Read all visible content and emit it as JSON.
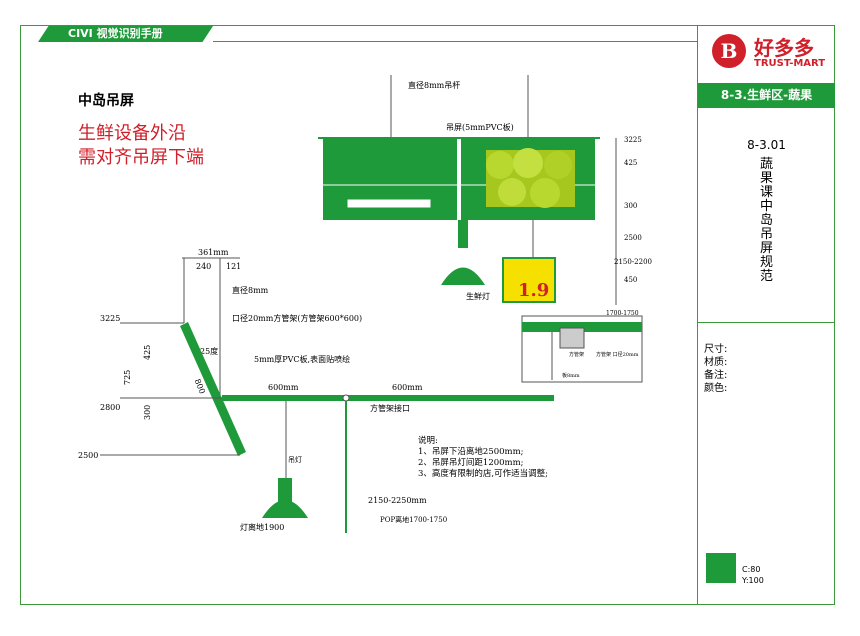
{
  "header": {
    "brand_tag": "CIVI 视觉识别手册"
  },
  "logo": {
    "cn": "好多多",
    "en": "TRUST-MART"
  },
  "section": {
    "label": "8-3.生鲜区-蔬果"
  },
  "page": {
    "code": "8-3.01",
    "title": "蔬果课中岛吊屏规范"
  },
  "specs": {
    "size": "尺寸:",
    "material": "材质:",
    "remark": "备注:",
    "color": "颜色:"
  },
  "swatch": {
    "c": "C:80",
    "y": "Y:100",
    "color": "#1f9a3a"
  },
  "main": {
    "heading": "中岛吊屏",
    "red_note_1": "生鲜设备外沿",
    "red_note_2": "需对齐吊屏下端"
  },
  "top_diagram": {
    "rod_label": "直径8mm吊杆",
    "screen_label": "吊屏(5mmPVC板)",
    "lamp_label": "生鲜灯",
    "price": "1.9",
    "dims": [
      "3225",
      "425",
      "300",
      "2500",
      "2150-2200",
      "450"
    ],
    "pop_range": "1700-1750"
  },
  "side_diagram": {
    "width_total": "361mm",
    "width_a": "240",
    "width_b": "121",
    "rod": "直径8mm",
    "frame": "口径20mm方管架(方管架600*600)",
    "angle": "25度",
    "pvc": "5mm厚PVC板,表面贴喷绘",
    "len_800": "800",
    "len_600a": "600mm",
    "len_600b": "600mm",
    "joint": "方管架接口",
    "lamp": "吊灯",
    "lamp_height": "灯离地1900",
    "hang_range": "2150-2250mm",
    "pop": "POP离地1700-1750",
    "levels": [
      "3225",
      "425",
      "725",
      "2800",
      "300",
      "2500"
    ]
  },
  "detail": {
    "label_a": "方管架",
    "label_b": "方管架\n口径20mm",
    "label_c": "板8mm"
  },
  "notes": {
    "title": "说明:",
    "items": [
      "1、吊屏下沿离地2500mm;",
      "2、吊屏吊灯间距1200mm;",
      "3、高度有限制的店,可作适当调整;"
    ]
  }
}
